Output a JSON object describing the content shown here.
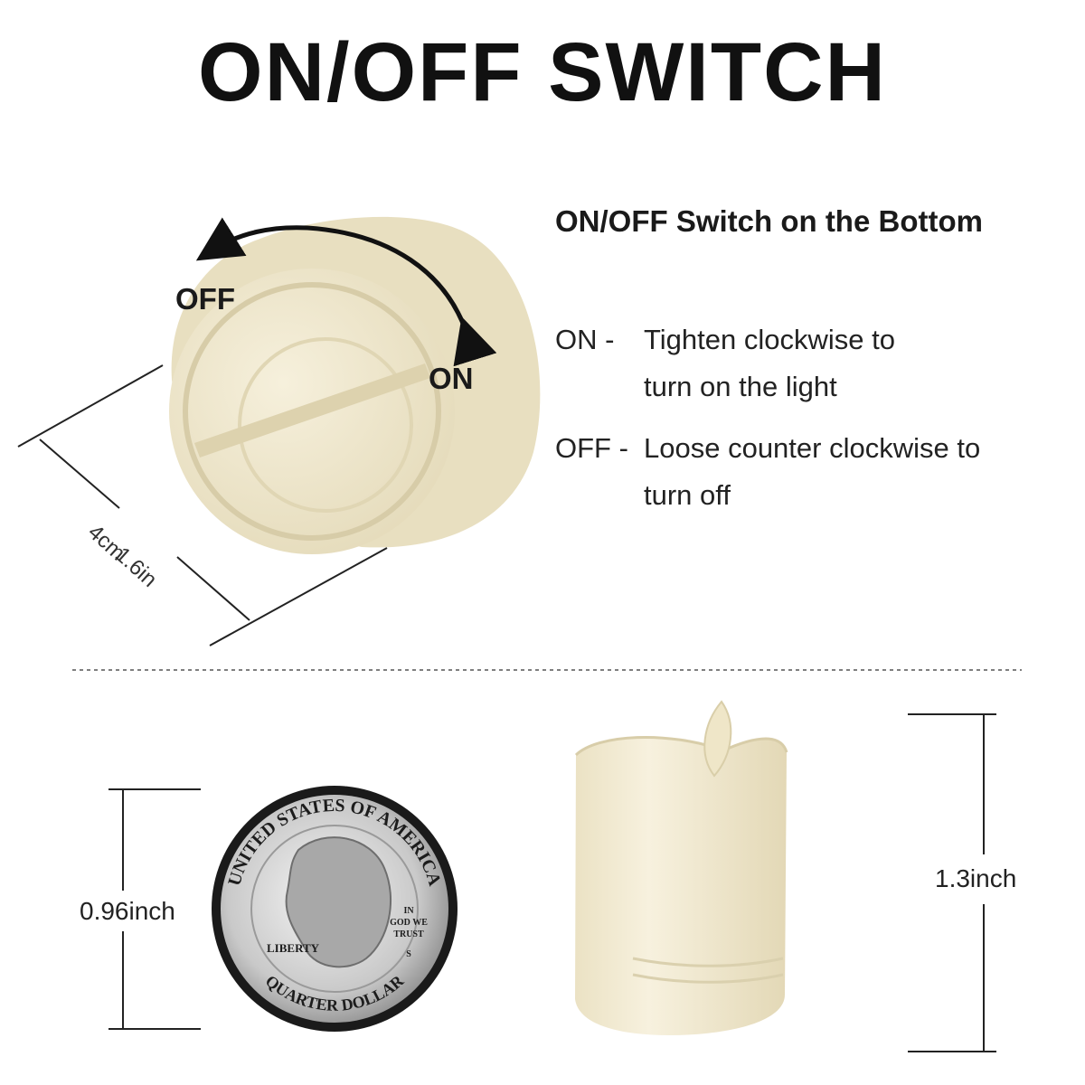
{
  "title": "ON/OFF SWITCH",
  "subtitle": "ON/OFF Switch on the Bottom",
  "instructions": {
    "on_label": "ON  -",
    "on_line1": "Tighten clockwise to",
    "on_line2": "turn on the light",
    "off_label": "OFF -",
    "off_line1": "Loose  counter clockwise to",
    "off_line2": "turn off"
  },
  "bottom_view": {
    "off_label": "OFF",
    "on_label": "ON",
    "diameter_cm": "4cm",
    "diameter_in": "1.6in"
  },
  "coin": {
    "top_text": "UNITED STATES OF AMERICA",
    "bottom_text": "QUARTER DOLLAR",
    "liberty": "LIBERTY",
    "motto_1": "IN",
    "motto_2": "GOD WE",
    "motto_3": "TRUST",
    "mint": "S",
    "height": "0.96inch"
  },
  "candle": {
    "height": "1.3inch"
  },
  "colors": {
    "candle": "#f1ead2",
    "candle_shadow": "#ddd3b3",
    "text": "#111111"
  }
}
